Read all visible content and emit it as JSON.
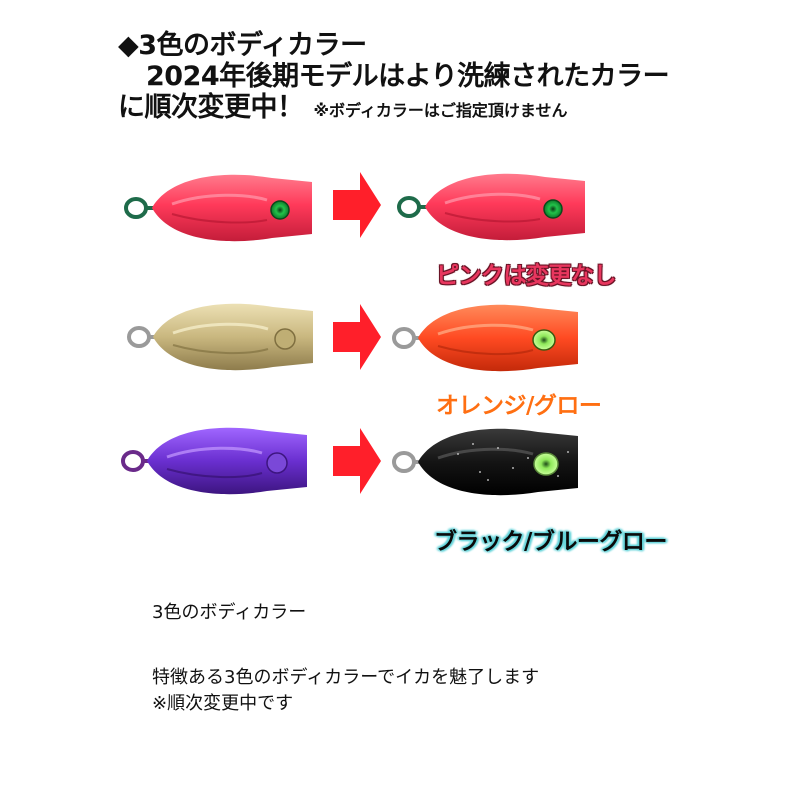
{
  "header": {
    "line1": "◆3色のボディカラー",
    "line2": "2024年後期モデルはより洗練されたカラー",
    "line3": "に順次変更中！",
    "note": "※ボディカラーはご指定頂けません"
  },
  "colors": {
    "pink": "#ff3a5a",
    "gold": "#c9b77f",
    "purple": "#6a2fd0",
    "orange": "#ff4a22",
    "black": "#111111",
    "arrow": "#ff1f2a"
  },
  "captions": {
    "pink": "ピンクは変更なし",
    "orange": "オレンジ/グロー",
    "blue": "ブラック/ブルーグロー"
  },
  "description": {
    "title": "3色のボディカラー",
    "line1": "特徴ある3色のボディカラーでイカを魅了します",
    "line2": "※順次変更中です"
  }
}
